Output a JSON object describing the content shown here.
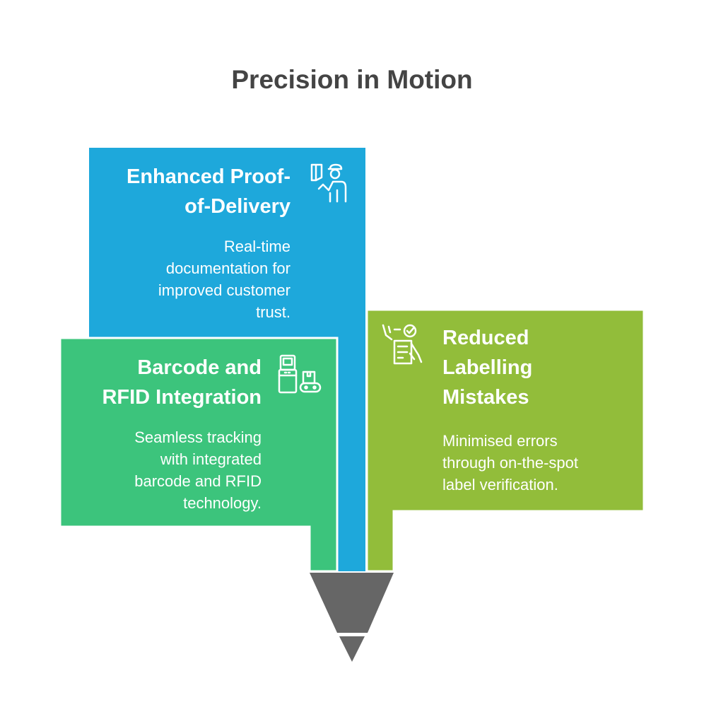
{
  "title": "Precision in Motion",
  "colors": {
    "blue": "#1EA8DB",
    "green": "#3CC47C",
    "olive": "#92BD3A",
    "funnel": "#666666"
  },
  "cards": [
    {
      "title_lines": [
        "Enhanced Proof-",
        "of-Delivery"
      ],
      "desc_lines": [
        "Real-time",
        "documentation for",
        "improved customer",
        "trust."
      ],
      "icon": "delivery-person-icon"
    },
    {
      "title_lines": [
        "Barcode and",
        "RFID Integration"
      ],
      "desc_lines": [
        "Seamless tracking",
        "with integrated",
        "barcode and RFID",
        "technology."
      ],
      "icon": "barcode-machine-conveyor-icon"
    },
    {
      "title_lines": [
        "Reduced",
        "Labelling",
        "Mistakes"
      ],
      "desc_lines": [
        "Minimised errors",
        "through on-the-spot",
        "label verification."
      ],
      "icon": "label-checklist-icon"
    }
  ]
}
